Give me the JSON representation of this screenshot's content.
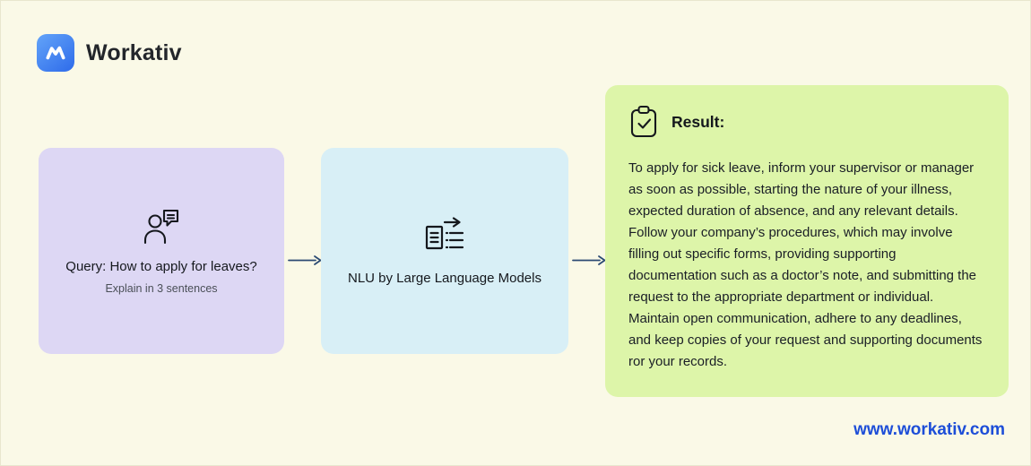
{
  "brand": {
    "name": "Workativ"
  },
  "flow": {
    "query_box": {
      "title": "Query: How to apply for leaves?",
      "subtitle": "Explain in 3 sentences"
    },
    "nlu_box": {
      "title": "NLU by Large Language Models"
    },
    "result_box": {
      "heading": "Result:",
      "body": "To apply for sick leave, inform your supervisor or manager as soon as possible, starting the nature of your illness, expected duration of absence, and any relevant details. Follow your company’s procedures, which may involve filling out specific forms, providing supporting documentation such as a doctor’s note, and submitting the request to the appropriate department or individual. Maintain open communication, adhere to any deadlines, and keep copies of your request and supporting documents ror your records."
    }
  },
  "footer": {
    "url": "www.workativ.com"
  },
  "icons": {
    "logo": "workativ-logo-icon",
    "query": "user-chat-icon",
    "nlu": "document-transform-icon",
    "result": "clipboard-check-icon"
  },
  "colors": {
    "background": "#FAF9E7",
    "query_box_bg": "#DDD7F4",
    "nlu_box_bg": "#D8EFF6",
    "result_box_bg": "#DDF5A9",
    "arrow": "#2B4A73",
    "url_text": "#1D4ED8",
    "logo_blue": "#2E6BEA",
    "text_dark": "#15181D"
  }
}
